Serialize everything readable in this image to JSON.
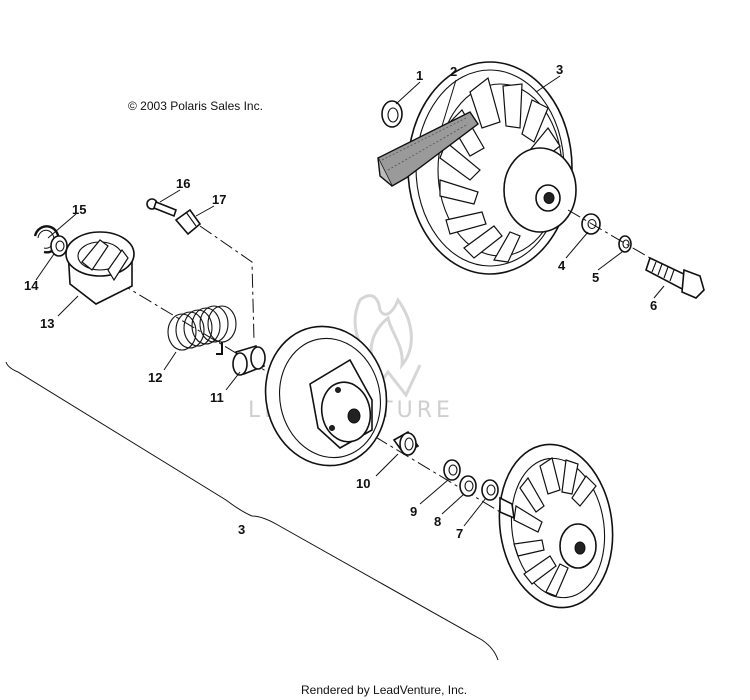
{
  "copyright": "© 2003 Polaris Sales Inc.",
  "footer": "Rendered by LeadVenture, Inc.",
  "watermark": "LEADVENTURE",
  "callouts": {
    "c1": "1",
    "c2": "2",
    "c3_top": "3",
    "c4": "4",
    "c5": "5",
    "c6": "6",
    "c7": "7",
    "c8": "8",
    "c9": "9",
    "c10": "10",
    "c11": "11",
    "c12": "12",
    "c13": "13",
    "c14": "14",
    "c15": "15",
    "c16": "16",
    "c17": "17",
    "c3_assembly": "3"
  }
}
